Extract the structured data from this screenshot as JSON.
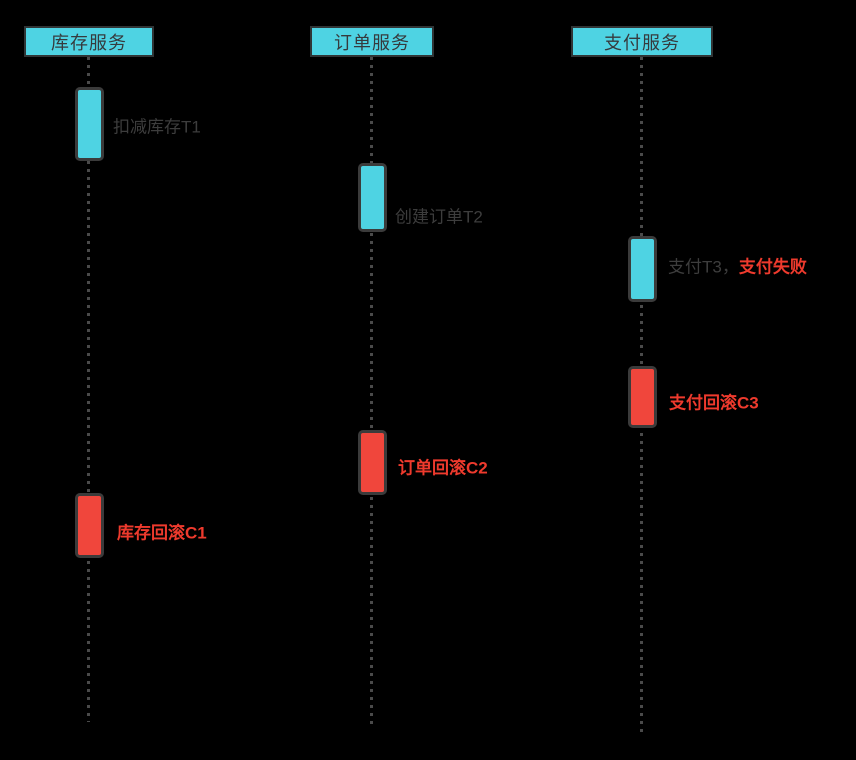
{
  "diagram": {
    "type": "sequence-diagram-saga-rollback",
    "services": [
      {
        "name": "库存服务"
      },
      {
        "name": "订单服务"
      },
      {
        "name": "支付服务"
      }
    ],
    "activations": [
      {
        "id": "T1",
        "type": "transaction",
        "service": "库存服务",
        "label": "扣减库存T1"
      },
      {
        "id": "T2",
        "type": "transaction",
        "service": "订单服务",
        "label": "创建订单T2"
      },
      {
        "id": "T3",
        "type": "transaction",
        "service": "支付服务",
        "label_prefix": "支付T3，",
        "label_highlight": "支付失败"
      },
      {
        "id": "C3",
        "type": "compensation",
        "service": "支付服务",
        "label": "支付回滚C3"
      },
      {
        "id": "C2",
        "type": "compensation",
        "service": "订单服务",
        "label": "订单回滚C2"
      },
      {
        "id": "C1",
        "type": "compensation",
        "service": "库存服务",
        "label": "库存回滚C1"
      }
    ],
    "colors": {
      "background": "#000000",
      "transaction_fill": "#4ed3e3",
      "compensation_fill": "#f0463c",
      "compensation_text": "#ee3a2d",
      "normal_text": "#3d3d3d",
      "header_fill": "#4ed3e3",
      "header_text": "#363a3d",
      "shape_border": "#3b3b3b",
      "lifeline": "#4a4a4a"
    }
  }
}
